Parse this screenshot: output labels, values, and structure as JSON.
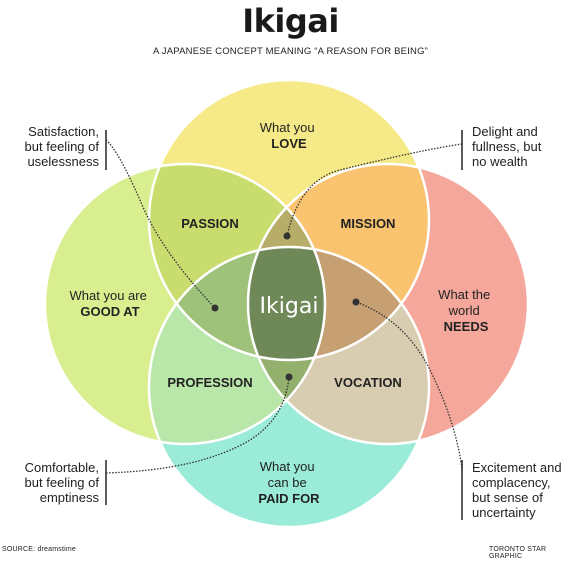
{
  "header": {
    "title": "Ikigai",
    "subtitle": "A JAPANESE CONCEPT MEANING “A REASON FOR BEING”"
  },
  "circles": {
    "love": {
      "line1": "What you",
      "line2": "LOVE",
      "color": "#f6ea88"
    },
    "good_at": {
      "line1": "What you are",
      "line2": "GOOD AT",
      "color": "#d9ee8e"
    },
    "needs": {
      "line1": "What the",
      "line2": "world",
      "line3": "NEEDS",
      "color": "#f5a79b"
    },
    "paid_for": {
      "line1": "What you",
      "line2": "can be",
      "line3": "PAID FOR",
      "color": "#9aecd9"
    }
  },
  "overlaps": {
    "passion": {
      "label": "PASSION",
      "color": "#c9dd6f"
    },
    "mission": {
      "label": "MISSION",
      "color": "#f9c36f"
    },
    "profession": {
      "label": "PROFESSION",
      "color": "#b9e6a9"
    },
    "vocation": {
      "label": "VOCATION",
      "color": "#d8cdb0"
    },
    "center": {
      "label": "Ikigai",
      "color": "#6e8858"
    }
  },
  "annotations": {
    "top_left": [
      "Satisfaction,",
      "but feeling of",
      "uselessness"
    ],
    "top_right": [
      "Delight and",
      "fullness, but",
      "no wealth"
    ],
    "bottom_left": [
      "Comfortable,",
      "but feeling of",
      "emptiness"
    ],
    "bottom_right": [
      "Excitement and",
      "complacency,",
      "but sense of",
      "uncertainty"
    ]
  },
  "footer": {
    "source": "SOURCE: dreamstime",
    "credit": "TORONTO STAR GRAPHIC"
  }
}
